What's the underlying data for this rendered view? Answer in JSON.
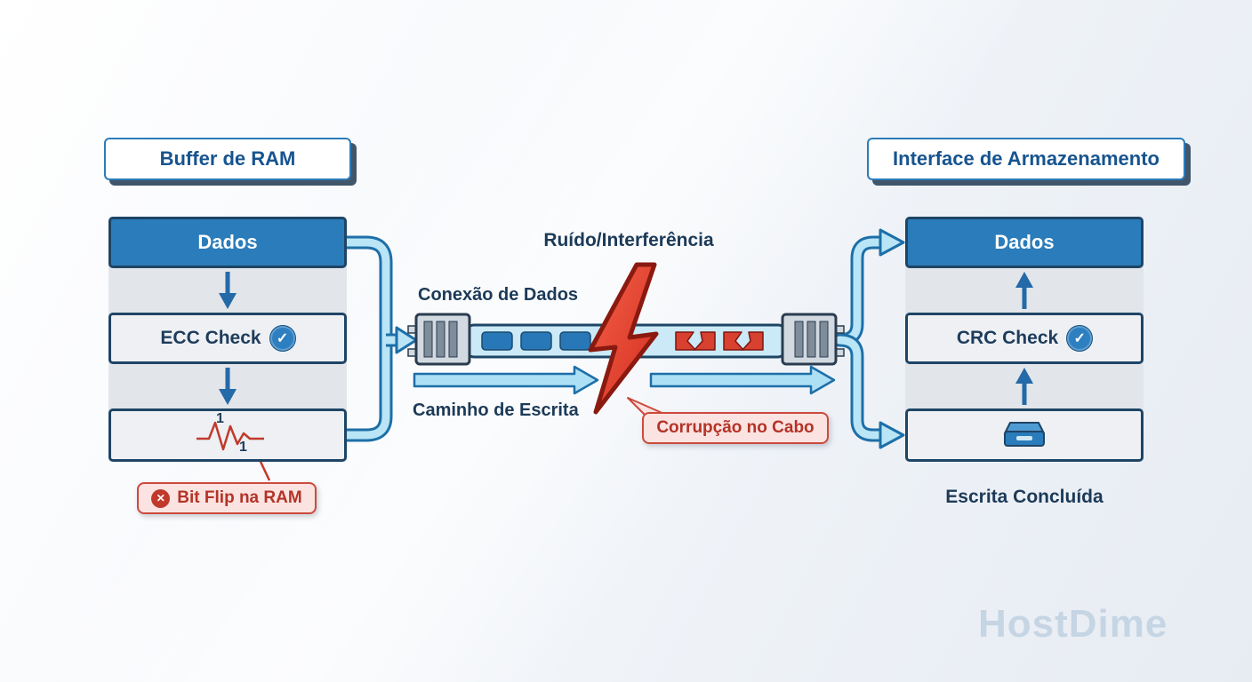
{
  "left_panel": {
    "title": "Buffer de RAM",
    "header": "Dados",
    "check_label": "ECC Check",
    "bit_top": "1",
    "bit_bottom": "1",
    "error_label": "Bit Flip na RAM"
  },
  "middle": {
    "noise_label": "Ruído/Interferência",
    "connection_label": "Conexão de Dados",
    "write_path_label": "Caminho de Escrita",
    "corruption_label": "Corrupção no Cabo"
  },
  "right_panel": {
    "title": "Interface de Armazenamento",
    "header": "Dados",
    "check_label": "CRC Check",
    "status_label": "Escrita Concluída"
  },
  "icons": {
    "check": "✓",
    "error": "✕"
  },
  "watermark": "HostDime",
  "colors": {
    "accent_blue": "#2b7cba",
    "dark_navy": "#1e3c5c",
    "error_red": "#c0392b",
    "light_blue": "#ade0f5"
  }
}
